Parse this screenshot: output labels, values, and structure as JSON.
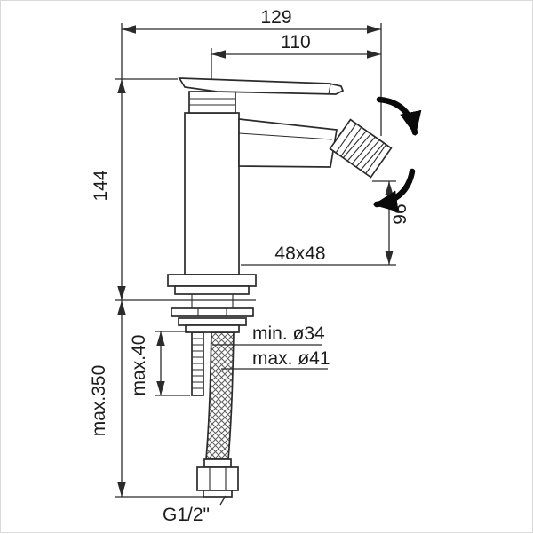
{
  "drawing": {
    "type": "faucet-technical-dimension-drawing",
    "dims": {
      "depth": "129",
      "reach": "110",
      "height": "144",
      "spout_height": "96",
      "body_section": "48x48",
      "hole_min": "min. ø34",
      "hole_max": "max. ø41",
      "stud": "max.40",
      "hose": "max.350",
      "thread": "G1/2\""
    },
    "colors": {
      "line": "#2b2b2b",
      "background": "#ffffff"
    }
  }
}
